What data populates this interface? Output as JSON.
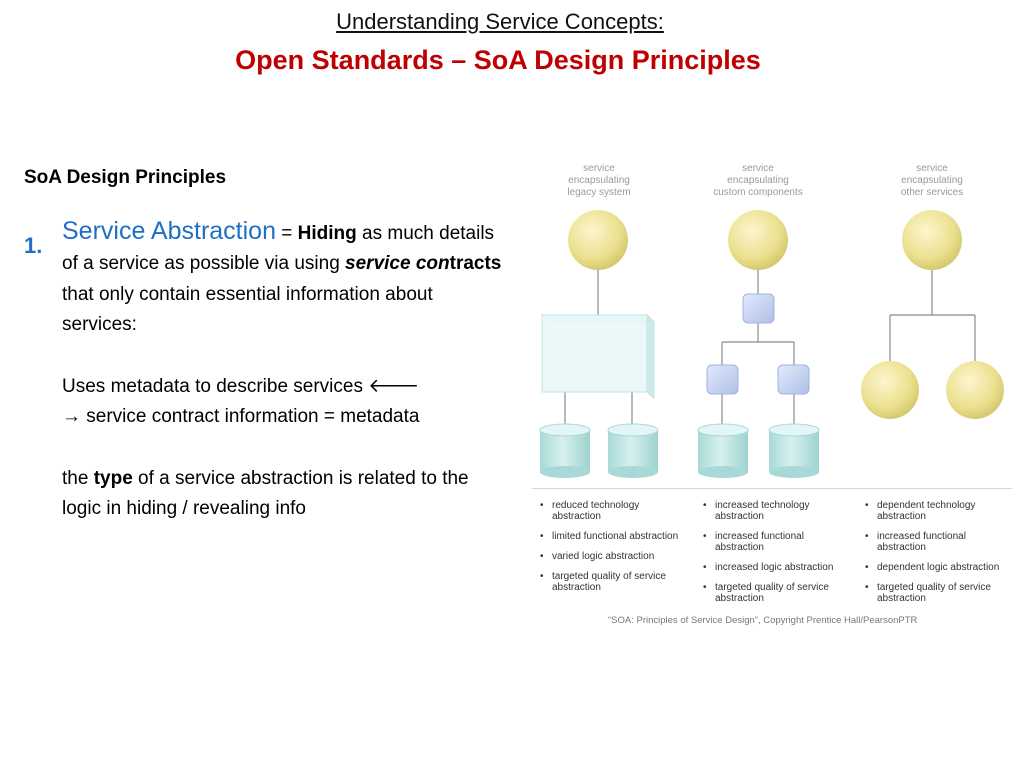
{
  "title": {
    "line1": "Understanding Service Concepts:",
    "line2": "Open Standards – SoA Design Principles"
  },
  "content": {
    "heading": "SoA Design Principles",
    "number": "1.",
    "principle_name": "Service Abstraction",
    "eq": " = ",
    "hiding": "Hiding",
    "text1": " as much details of a service as possible via using ",
    "service_con": "service con",
    "tracts": "tracts",
    "text2": " that only contain essential information about services:",
    "p2_line1": "Uses metadata to describe services ",
    "left_arrow": "🡐",
    "right_arrow": "→",
    "p2_line2": " service contract information = metadata",
    "p3_a": "the ",
    "type_word": "type",
    "p3_b": " of a service abstraction is related to the logic in hiding / revealing info"
  },
  "figure": {
    "columns": [
      {
        "header_l1": "service",
        "header_l2": "encapsulating",
        "header_l3": "legacy system",
        "bullets": [
          "reduced technology abstraction",
          "limited functional abstraction",
          "varied logic abstraction",
          "targeted quality of service abstraction"
        ]
      },
      {
        "header_l1": "service",
        "header_l2": "encapsulating",
        "header_l3": "custom components",
        "bullets": [
          "increased technology abstraction",
          "increased functional abstraction",
          "increased logic abstraction",
          "targeted quality of service abstraction"
        ]
      },
      {
        "header_l1": "service",
        "header_l2": "encapsulating",
        "header_l3": "other services",
        "bullets": [
          "dependent technology abstraction",
          "increased functional abstraction",
          "dependent logic abstraction",
          "targeted quality of service abstraction"
        ]
      }
    ],
    "credit": "“SOA: Principles of Service Design”, Copyright Prentice Hall/PearsonPTR",
    "colors": {
      "sphere": "#ebe08e",
      "cylinder": "#bfe6e4",
      "component": "#c7d6f3",
      "line": "#8a8a8a"
    }
  }
}
